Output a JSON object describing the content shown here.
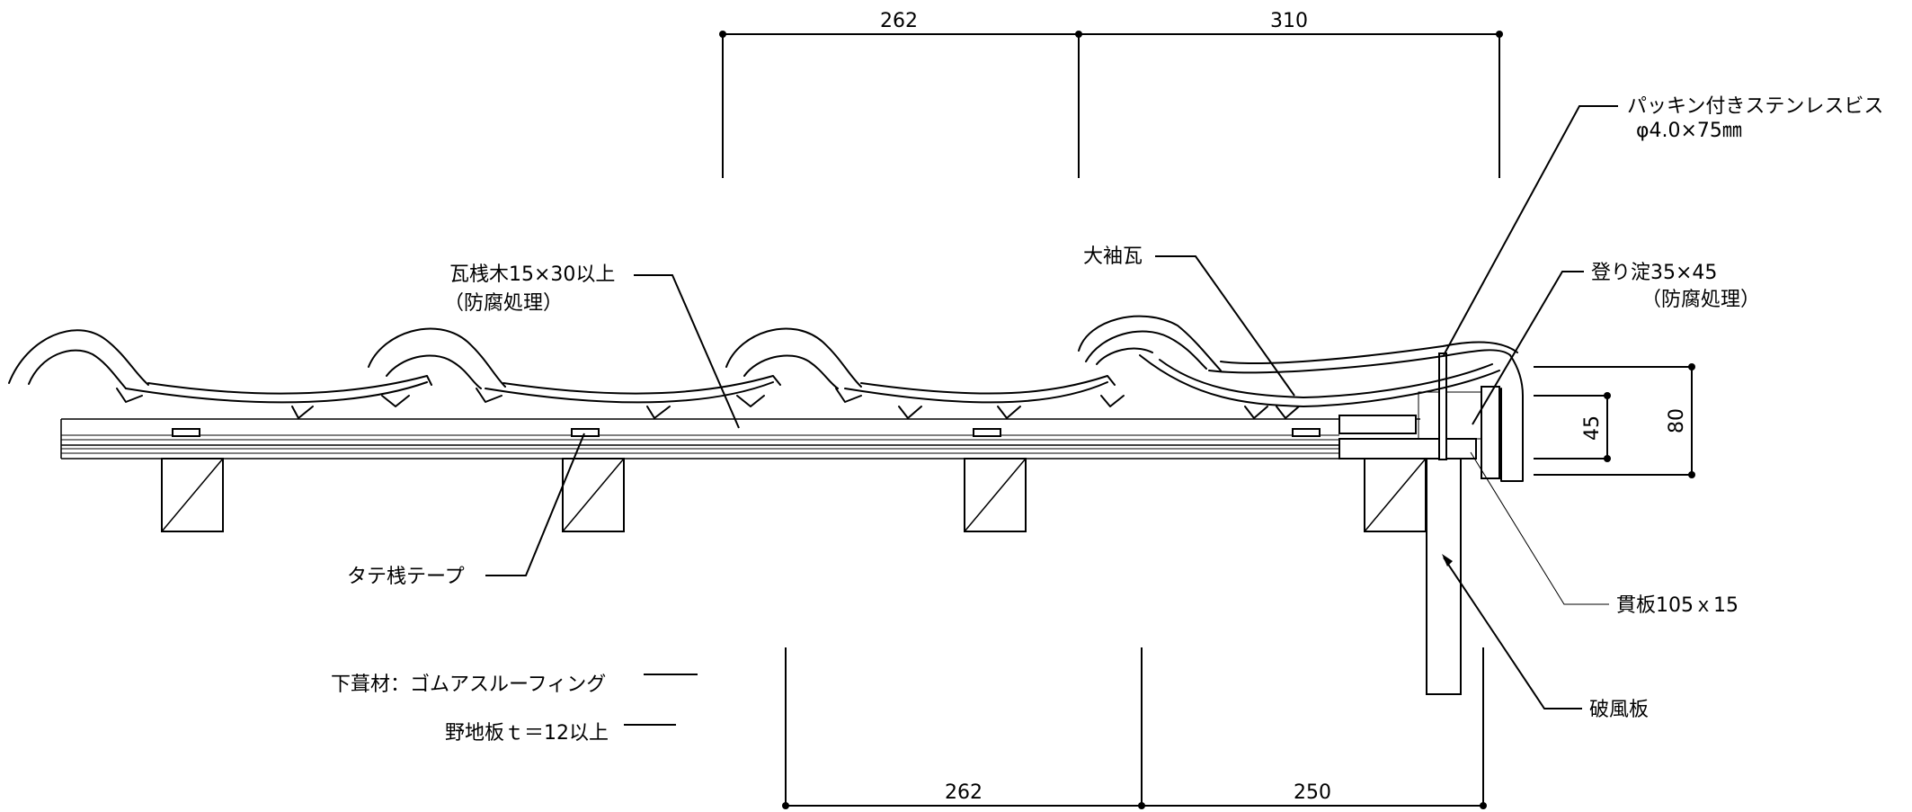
{
  "labels": {
    "screw": "パッキン付きステンレスビス",
    "screw_size": "φ4.0×75㎜",
    "sode": "大袖瓦",
    "sankizai": "瓦桟木15×30以上",
    "sankizai_note": "（防腐処理）",
    "yodo": "登り淀35×45",
    "yodo_note": "（防腐処理）",
    "tatesan": "タテ桟テープ",
    "nuki": "貫板105ｘ15",
    "hafu": "破風板",
    "shitabuki": "下葺材：ゴムアスルーフィング",
    "noji": "野地板ｔ＝12以上"
  },
  "dimensions": {
    "top_left": "262",
    "top_right": "310",
    "bottom_left": "262",
    "bottom_right": "250",
    "side_inner": "45",
    "side_outer": "80"
  }
}
